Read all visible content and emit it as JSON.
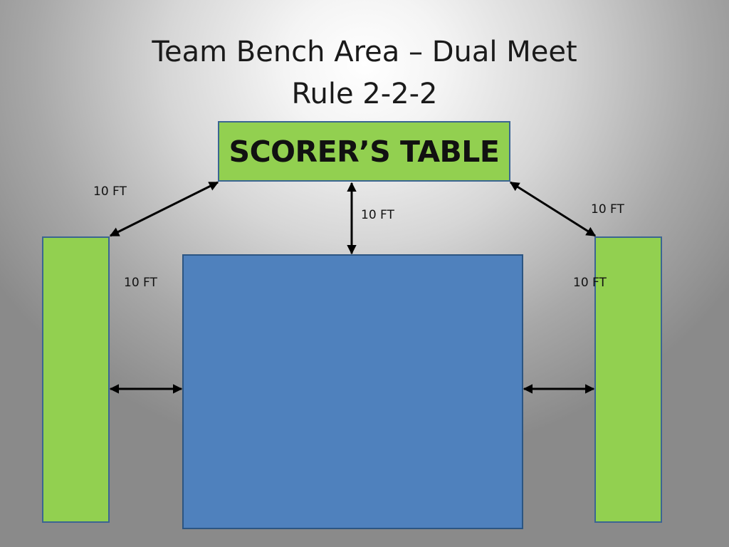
{
  "title": {
    "line1": "Team Bench Area – Dual Meet",
    "line2": "Rule 2-2-2"
  },
  "scorers_table": {
    "label": "SCORER’S TABLE"
  },
  "dimensions": {
    "upper_left": "10 FT",
    "center": "10 FT",
    "upper_right": "10 FT",
    "lower_left": "10 FT",
    "lower_right": "10 FT"
  },
  "colors": {
    "table_and_benches": "#92d050",
    "mat": "#4f81bd",
    "outline": "#3b6592"
  }
}
